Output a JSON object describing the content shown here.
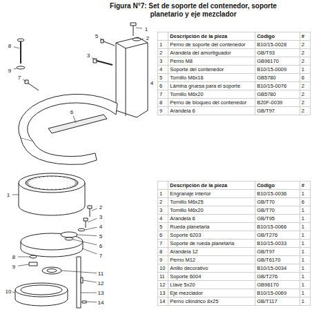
{
  "diagram": {
    "title": "Figura N°7: Set de soporte del contenedor, soporte planetario y eje mezclador",
    "labels": [
      "1",
      "2",
      "3",
      "4",
      "5",
      "6",
      "7",
      "8",
      "9",
      "Descripción de la pieza",
      "Código",
      "#",
      "1",
      "Perno de soporte del contenedor",
      "B10/15-0028",
      "2",
      "2",
      "Arandela del amortiguador",
      "GB/T93",
      "2",
      "3",
      "Perno M8",
      "GB96170",
      "2",
      "4",
      "Soporte del contenedor",
      "B10/15-0009",
      "1",
      "5",
      "Tornillo M6x16",
      "GB5780",
      "6",
      "6",
      "Lámina gruesa para el soporte",
      "B10/15-0076",
      "2",
      "7",
      "Tornillo M6x20",
      "GB5780",
      "2",
      "8",
      "Perno de bloqueo del contenedor",
      "B20F-0039",
      "2",
      "9",
      "Arandela 6",
      "GB/T97",
      "2",
      "1",
      "2",
      "3",
      "4",
      "5",
      "6",
      "7",
      "8",
      "9",
      "10",
      "11",
      "12",
      "13",
      "14",
      "Descripción de la pieza",
      "Código",
      "#",
      "1",
      "Engranaje interior",
      "B10/15-0036",
      "1",
      "2",
      "Tornillo M6x25",
      "GB/T70",
      "6",
      "3",
      "Tornillo M6x20",
      "GB/T70",
      "1",
      "4",
      "Arandela 6",
      "GB/T95",
      "1",
      "5",
      "Rueda planetaria",
      "B10/15-0066",
      "1",
      "6",
      "Soporte 6203",
      "GB/T276",
      "1",
      "7",
      "Soporte de rueda planetaria",
      "B10/15-0033",
      "1",
      "8",
      "Arandela 12",
      "GB/T97",
      "1",
      "9",
      "Perno M12",
      "GB/T6170",
      "1",
      "10",
      "Anillo decorativo",
      "B10/15-0034",
      "1",
      "11",
      "Soporte 6004",
      "GB/T276",
      "1",
      "12",
      "Llave 5x20",
      "GB96170",
      "1",
      "13",
      "Eje mezclador",
      "B10/15-0069",
      "1",
      "14",
      "Perno cilíndrico 8x25",
      "GB/T117",
      "1"
    ]
  }
}
